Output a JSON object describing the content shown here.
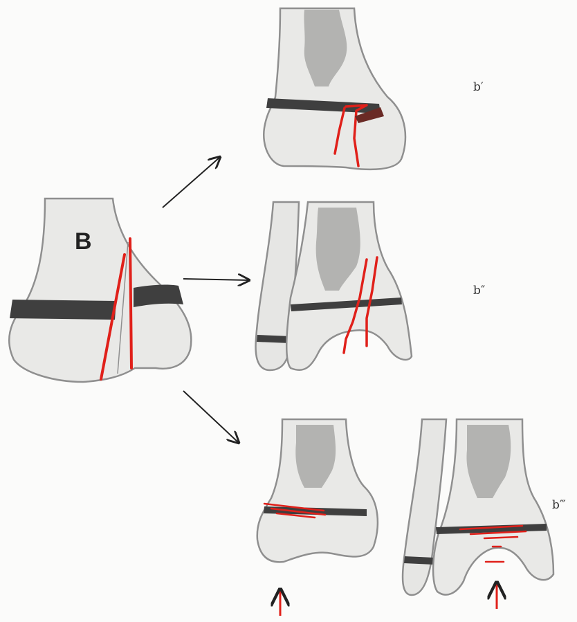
{
  "labels": {
    "main": "B",
    "b1": "b′",
    "b2": "b″",
    "b3": "b‴"
  },
  "colors": {
    "background": "#fbfbfa",
    "bone_fill": "#e9e9e7",
    "bone_outline": "#8f8f8f",
    "medulla": "#a9a9a7",
    "physis": "#3f3f3f",
    "fracture": "#e0201a",
    "arrow": "#222222"
  },
  "icons": {
    "arrows": [
      "arrow-up-right",
      "arrow-right",
      "arrow-down-right"
    ],
    "force_arrows": [
      "arrow-up-red",
      "arrow-up-red"
    ]
  }
}
